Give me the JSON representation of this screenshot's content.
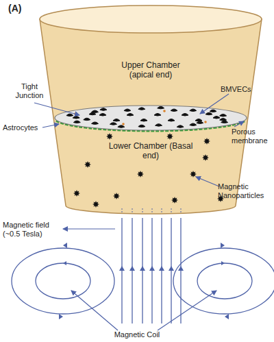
{
  "diagram": {
    "nodes": [
      {
        "text": [
          "Upper Chamber (apical end)"
        ]
      },
      {
        "text": [
          "Lower Chamber (Basal end)"
        ]
      }
    ],
    "labels": [
      "(A)",
      "Tight Junction",
      "Astrocytes",
      "BMVECs",
      "Porous membrane",
      "Magnetic Nanoparticles",
      "Magnetic field (~0.5 Tesla)",
      "Magnetic Coil"
    ]
  }
}
